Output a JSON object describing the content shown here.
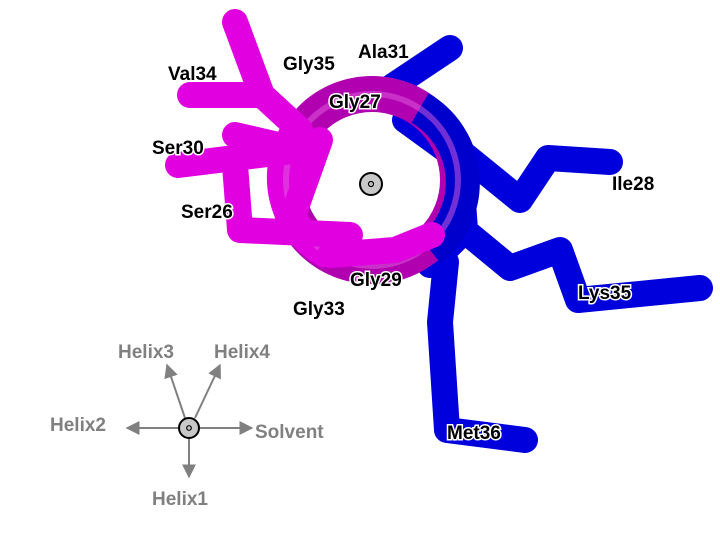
{
  "colors": {
    "background": "#ffffff",
    "hydrophilic_residues": "#e000e0",
    "hydrophobic_residues": "#0000dd",
    "compass": "#808080",
    "axis_marker": "#c8c8c8"
  },
  "residue_labels": {
    "val34": "Val34",
    "gly35": "Gly35",
    "ala31": "Ala31",
    "gly27": "Gly27",
    "ser30": "Ser30",
    "ile28": "Ile28",
    "ser26": "Ser26",
    "gly29": "Gly29",
    "lys35": "Lys35",
    "gly33": "Gly33",
    "met36": "Met36"
  },
  "compass": {
    "helix1": "Helix1",
    "helix2": "Helix2",
    "helix3": "Helix3",
    "helix4": "Helix4",
    "solvent": "Solvent"
  },
  "icons": {
    "helix_axis": "circle-dot-icon",
    "compass_center": "circle-dot-icon"
  }
}
